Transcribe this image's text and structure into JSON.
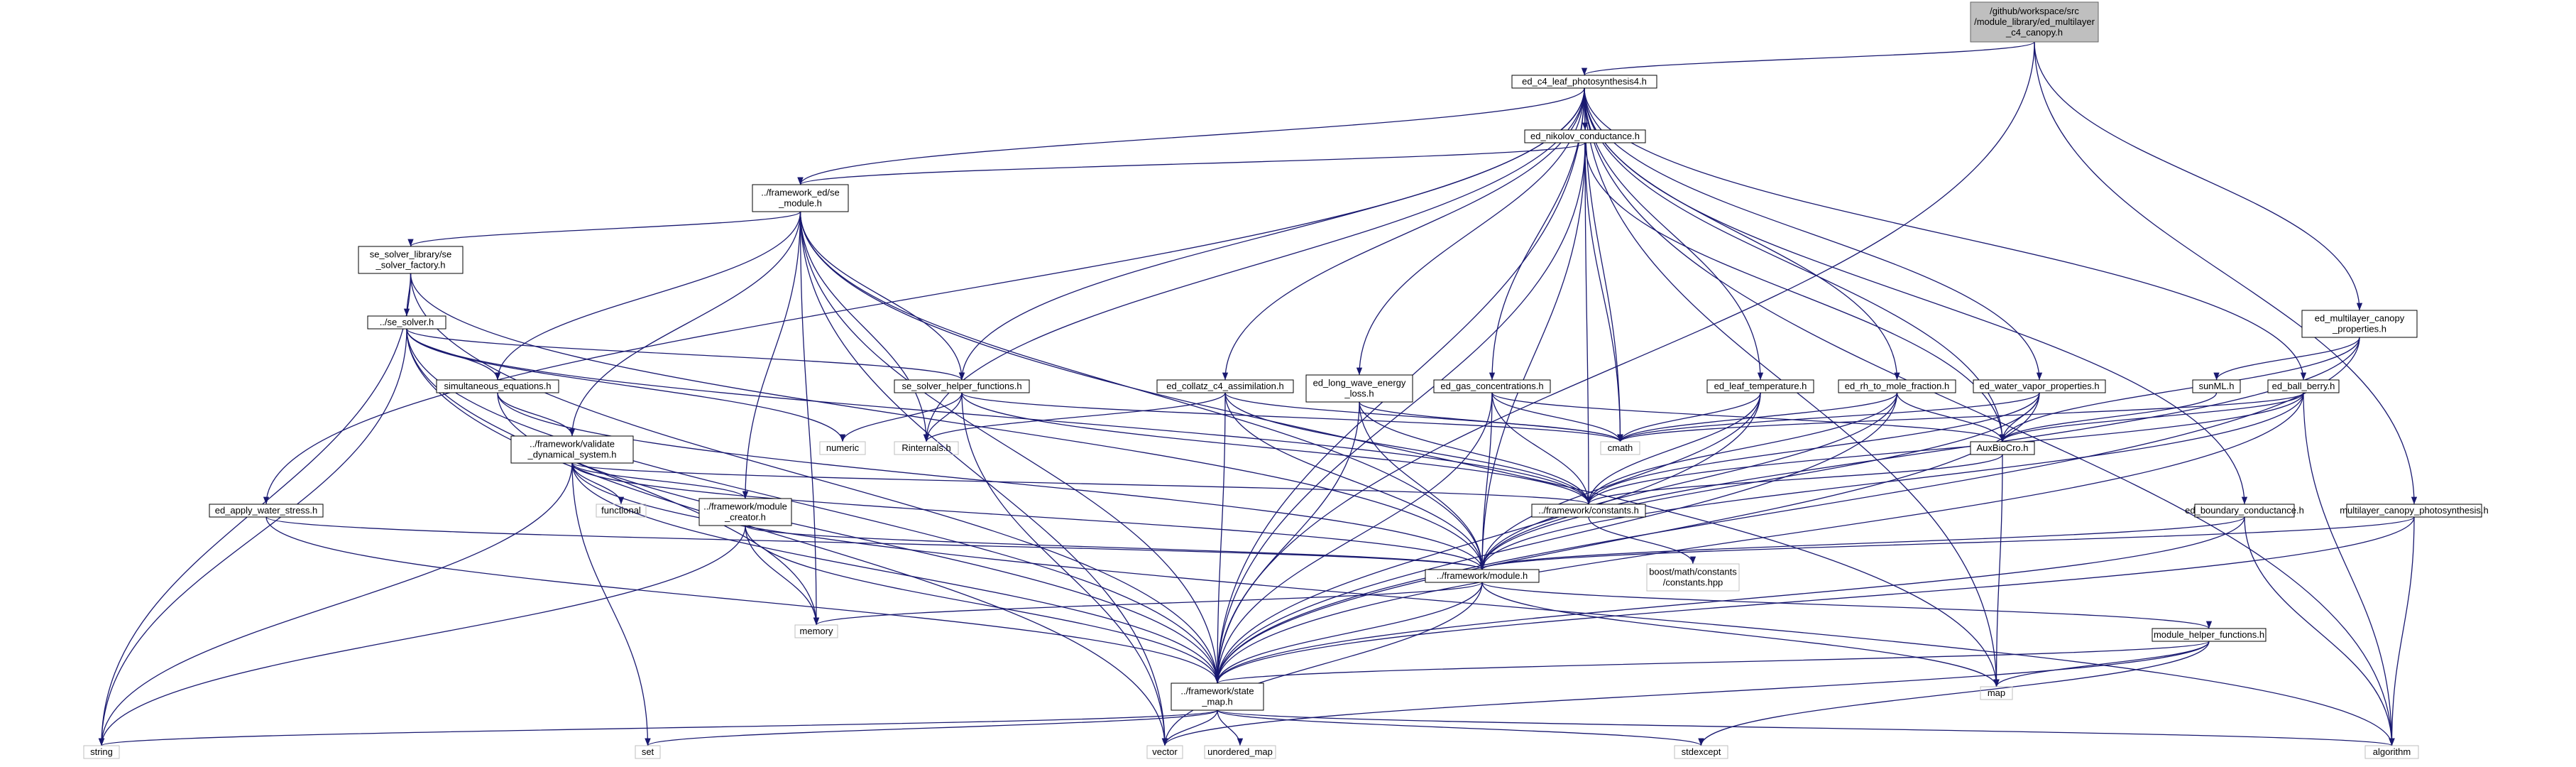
{
  "diagram": {
    "type": "include-dependency-graph",
    "colors": {
      "edge": "#191970",
      "root_fill": "#bfbfbf",
      "node_border": "#000000",
      "external_border": "#bfbfbf"
    },
    "nodes": [
      {
        "id": "root",
        "lines": [
          "/github/workspace/src",
          "/module_library/ed_multilayer",
          "_c4_canopy.h"
        ],
        "kind": "root"
      },
      {
        "id": "ps4",
        "lines": [
          "ed_c4_leaf_photosynthesis4.h"
        ],
        "kind": "file"
      },
      {
        "id": "nik",
        "lines": [
          "ed_nikolov_conductance.h"
        ],
        "kind": "file"
      },
      {
        "id": "fse",
        "lines": [
          "../framework_ed/se",
          "_module.h"
        ],
        "kind": "file"
      },
      {
        "id": "ssf",
        "lines": [
          "se_solver_library/se",
          "_solver_factory.h"
        ],
        "kind": "file"
      },
      {
        "id": "ses",
        "lines": [
          "../se_solver.h"
        ],
        "kind": "file"
      },
      {
        "id": "sim",
        "lines": [
          "simultaneous_equations.h"
        ],
        "kind": "file"
      },
      {
        "id": "shf",
        "lines": [
          "se_solver_helper_functions.h"
        ],
        "kind": "file"
      },
      {
        "id": "col",
        "lines": [
          "ed_collatz_c4_assimilation.h"
        ],
        "kind": "file"
      },
      {
        "id": "lwe",
        "lines": [
          "ed_long_wave_energy",
          "_loss.h"
        ],
        "kind": "file"
      },
      {
        "id": "gas",
        "lines": [
          "ed_gas_concentrations.h"
        ],
        "kind": "file"
      },
      {
        "id": "ltp",
        "lines": [
          "ed_leaf_temperature.h"
        ],
        "kind": "file"
      },
      {
        "id": "rh",
        "lines": [
          "ed_rh_to_mole_fraction.h"
        ],
        "kind": "file"
      },
      {
        "id": "wvp",
        "lines": [
          "ed_water_vapor_properties.h"
        ],
        "kind": "file"
      },
      {
        "id": "mcp",
        "lines": [
          "ed_multilayer_canopy",
          "_properties.h"
        ],
        "kind": "file"
      },
      {
        "id": "sun",
        "lines": [
          "sunML.h"
        ],
        "kind": "file"
      },
      {
        "id": "bb",
        "lines": [
          "ed_ball_berry.h"
        ],
        "kind": "file"
      },
      {
        "id": "aux",
        "lines": [
          "AuxBioCro.h"
        ],
        "kind": "file"
      },
      {
        "id": "vds",
        "lines": [
          "../framework/validate",
          "_dynamical_system.h"
        ],
        "kind": "file"
      },
      {
        "id": "aws",
        "lines": [
          "ed_apply_water_stress.h"
        ],
        "kind": "file"
      },
      {
        "id": "mc",
        "lines": [
          "../framework/module",
          "_creator.h"
        ],
        "kind": "file"
      },
      {
        "id": "con",
        "lines": [
          "../framework/constants.h"
        ],
        "kind": "file"
      },
      {
        "id": "mod",
        "lines": [
          "../framework/module.h"
        ],
        "kind": "file"
      },
      {
        "id": "bnd",
        "lines": [
          "ed_boundary_conductance.h"
        ],
        "kind": "file"
      },
      {
        "id": "mlp",
        "lines": [
          "multilayer_canopy_photosynthesis.h"
        ],
        "kind": "file"
      },
      {
        "id": "mhf",
        "lines": [
          "module_helper_functions.h"
        ],
        "kind": "file"
      },
      {
        "id": "sm",
        "lines": [
          "../framework/state",
          "_map.h"
        ],
        "kind": "file"
      },
      {
        "id": "num",
        "lines": [
          "numeric"
        ],
        "kind": "ext"
      },
      {
        "id": "rint",
        "lines": [
          "Rinternals.h"
        ],
        "kind": "ext"
      },
      {
        "id": "cmath",
        "lines": [
          "cmath"
        ],
        "kind": "ext"
      },
      {
        "id": "func",
        "lines": [
          "functional"
        ],
        "kind": "ext"
      },
      {
        "id": "boost",
        "lines": [
          "boost/math/constants",
          "/constants.hpp"
        ],
        "kind": "ext"
      },
      {
        "id": "mem",
        "lines": [
          "memory"
        ],
        "kind": "ext"
      },
      {
        "id": "map",
        "lines": [
          "map"
        ],
        "kind": "ext"
      },
      {
        "id": "str",
        "lines": [
          "string"
        ],
        "kind": "ext"
      },
      {
        "id": "set",
        "lines": [
          "set"
        ],
        "kind": "ext"
      },
      {
        "id": "vec",
        "lines": [
          "vector"
        ],
        "kind": "ext"
      },
      {
        "id": "umap",
        "lines": [
          "unordered_map"
        ],
        "kind": "ext"
      },
      {
        "id": "sexc",
        "lines": [
          "stdexcept"
        ],
        "kind": "ext"
      },
      {
        "id": "alg",
        "lines": [
          "algorithm"
        ],
        "kind": "ext"
      }
    ],
    "edges": [
      [
        "root",
        "ps4"
      ],
      [
        "root",
        "sm"
      ],
      [
        "root",
        "mcp"
      ],
      [
        "root",
        "mlp"
      ],
      [
        "ps4",
        "nik"
      ],
      [
        "ps4",
        "fse"
      ],
      [
        "ps4",
        "shf"
      ],
      [
        "ps4",
        "col"
      ],
      [
        "ps4",
        "lwe"
      ],
      [
        "ps4",
        "gas"
      ],
      [
        "ps4",
        "ltp"
      ],
      [
        "ps4",
        "rh"
      ],
      [
        "ps4",
        "wvp"
      ],
      [
        "ps4",
        "bb"
      ],
      [
        "ps4",
        "aux"
      ],
      [
        "ps4",
        "bnd"
      ],
      [
        "ps4",
        "aws"
      ],
      [
        "ps4",
        "cmath"
      ],
      [
        "ps4",
        "rint"
      ],
      [
        "ps4",
        "sm"
      ],
      [
        "ps4",
        "alg"
      ],
      [
        "ps4",
        "map"
      ],
      [
        "nik",
        "fse"
      ],
      [
        "nik",
        "cmath"
      ],
      [
        "nik",
        "con"
      ],
      [
        "nik",
        "mod"
      ],
      [
        "nik",
        "aux"
      ],
      [
        "nik",
        "sm"
      ],
      [
        "fse",
        "ssf"
      ],
      [
        "fse",
        "sim"
      ],
      [
        "fse",
        "vds"
      ],
      [
        "fse",
        "mc"
      ],
      [
        "fse",
        "shf"
      ],
      [
        "fse",
        "mod"
      ],
      [
        "fse",
        "sm"
      ],
      [
        "fse",
        "rint"
      ],
      [
        "fse",
        "mem"
      ],
      [
        "fse",
        "map"
      ],
      [
        "fse",
        "vec"
      ],
      [
        "ssf",
        "ses"
      ],
      [
        "ssf",
        "str"
      ],
      [
        "ssf",
        "sm"
      ],
      [
        "ssf",
        "mod"
      ],
      [
        "ses",
        "sim"
      ],
      [
        "ses",
        "shf"
      ],
      [
        "ses",
        "num"
      ],
      [
        "ses",
        "str"
      ],
      [
        "ses",
        "vec"
      ],
      [
        "ses",
        "sm"
      ],
      [
        "ses",
        "mem"
      ],
      [
        "ses",
        "con"
      ],
      [
        "sim",
        "vds"
      ],
      [
        "sim",
        "sm"
      ],
      [
        "sim",
        "mod"
      ],
      [
        "shf",
        "num"
      ],
      [
        "shf",
        "rint"
      ],
      [
        "shf",
        "cmath"
      ],
      [
        "shf",
        "con"
      ],
      [
        "shf",
        "vec"
      ],
      [
        "col",
        "rint"
      ],
      [
        "col",
        "cmath"
      ],
      [
        "col",
        "con"
      ],
      [
        "col",
        "mod"
      ],
      [
        "col",
        "sm"
      ],
      [
        "lwe",
        "cmath"
      ],
      [
        "lwe",
        "con"
      ],
      [
        "lwe",
        "mod"
      ],
      [
        "lwe",
        "sm"
      ],
      [
        "gas",
        "cmath"
      ],
      [
        "gas",
        "con"
      ],
      [
        "gas",
        "mod"
      ],
      [
        "gas",
        "aux"
      ],
      [
        "gas",
        "sm"
      ],
      [
        "ltp",
        "cmath"
      ],
      [
        "ltp",
        "con"
      ],
      [
        "ltp",
        "mod"
      ],
      [
        "ltp",
        "sm"
      ],
      [
        "rh",
        "cmath"
      ],
      [
        "rh",
        "con"
      ],
      [
        "rh",
        "aux"
      ],
      [
        "rh",
        "mod"
      ],
      [
        "rh",
        "sm"
      ],
      [
        "wvp",
        "cmath"
      ],
      [
        "wvp",
        "aux"
      ],
      [
        "wvp",
        "con"
      ],
      [
        "wvp",
        "sm"
      ],
      [
        "wvp",
        "mod"
      ],
      [
        "mcp",
        "sun"
      ],
      [
        "mcp",
        "aux"
      ],
      [
        "mcp",
        "mod"
      ],
      [
        "mcp",
        "sm"
      ],
      [
        "sun",
        "aux"
      ],
      [
        "bb",
        "cmath"
      ],
      [
        "bb",
        "aux"
      ],
      [
        "bb",
        "con"
      ],
      [
        "bb",
        "mod"
      ],
      [
        "bb",
        "sm"
      ],
      [
        "bb",
        "alg"
      ],
      [
        "aux",
        "con"
      ],
      [
        "aux",
        "map"
      ],
      [
        "vds",
        "func"
      ],
      [
        "vds",
        "mc"
      ],
      [
        "vds",
        "con"
      ],
      [
        "vds",
        "mod"
      ],
      [
        "vds",
        "str"
      ],
      [
        "vds",
        "set"
      ],
      [
        "vds",
        "sm"
      ],
      [
        "vds",
        "alg"
      ],
      [
        "aws",
        "mod"
      ],
      [
        "aws",
        "sm"
      ],
      [
        "mc",
        "mem"
      ],
      [
        "mc",
        "mod"
      ],
      [
        "mc",
        "sm"
      ],
      [
        "mc",
        "str"
      ],
      [
        "con",
        "boost"
      ],
      [
        "mod",
        "mem"
      ],
      [
        "mod",
        "mhf"
      ],
      [
        "mod",
        "sm"
      ],
      [
        "mod",
        "map"
      ],
      [
        "mod",
        "vec"
      ],
      [
        "bnd",
        "mod"
      ],
      [
        "bnd",
        "sm"
      ],
      [
        "bnd",
        "alg"
      ],
      [
        "mlp",
        "mod"
      ],
      [
        "mlp",
        "sm"
      ],
      [
        "mlp",
        "alg"
      ],
      [
        "mhf",
        "map"
      ],
      [
        "mhf",
        "vec"
      ],
      [
        "mhf",
        "sexc"
      ],
      [
        "mhf",
        "sm"
      ],
      [
        "sm",
        "str"
      ],
      [
        "sm",
        "set"
      ],
      [
        "sm",
        "vec"
      ],
      [
        "sm",
        "umap"
      ],
      [
        "sm",
        "sexc"
      ],
      [
        "sm",
        "alg"
      ]
    ]
  }
}
